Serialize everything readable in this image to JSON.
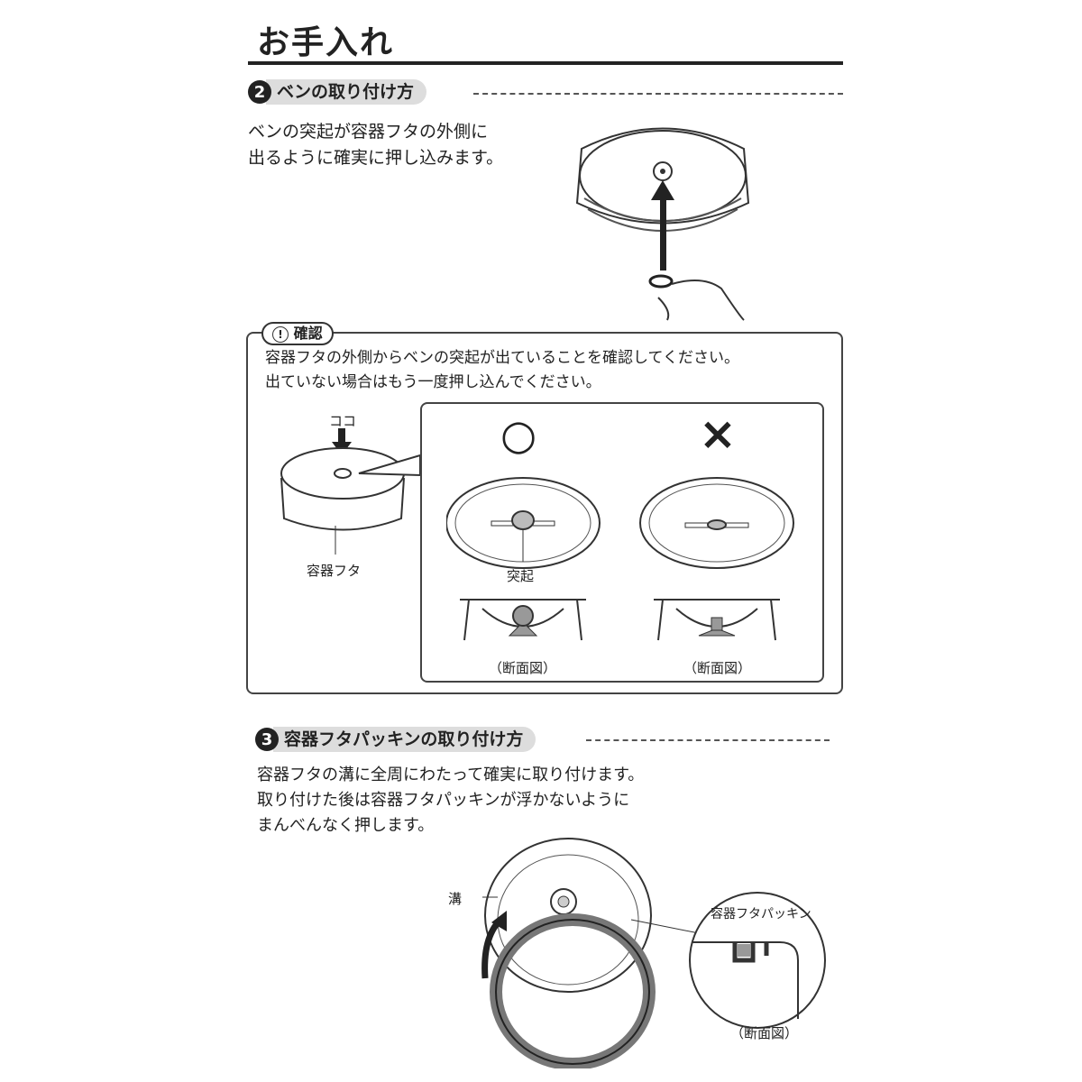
{
  "page_title": "お手入れ",
  "section2": {
    "number": "2",
    "heading": "ベンの取り付け方",
    "text": [
      "ベンの突起が容器フタの外側に",
      "出るように確実に押し込みます。"
    ]
  },
  "confirm": {
    "badge_icon": "!",
    "badge_label": "確認",
    "text": [
      "容器フタの外側からベンの突起が出ていることを確認してください。",
      "出ていない場合はもう一度押し込んでください。"
    ],
    "here_label": "ココ",
    "lid_label": "容器フタ",
    "good_mark": "○",
    "bad_mark": "×",
    "protrusion_label": "突起",
    "section_label_good": "（断面図）",
    "section_label_bad": "（断面図）"
  },
  "section3": {
    "number": "3",
    "heading": "容器フタパッキンの取り付け方",
    "text": [
      "容器フタの溝に全周にわたって確実に取り付けます。",
      "取り付けた後は容器フタパッキンが浮かないように",
      "まんべんなく押します。"
    ],
    "groove_label": "溝",
    "gasket_label": "容器フタパッキン",
    "section_label": "（断面図）"
  }
}
